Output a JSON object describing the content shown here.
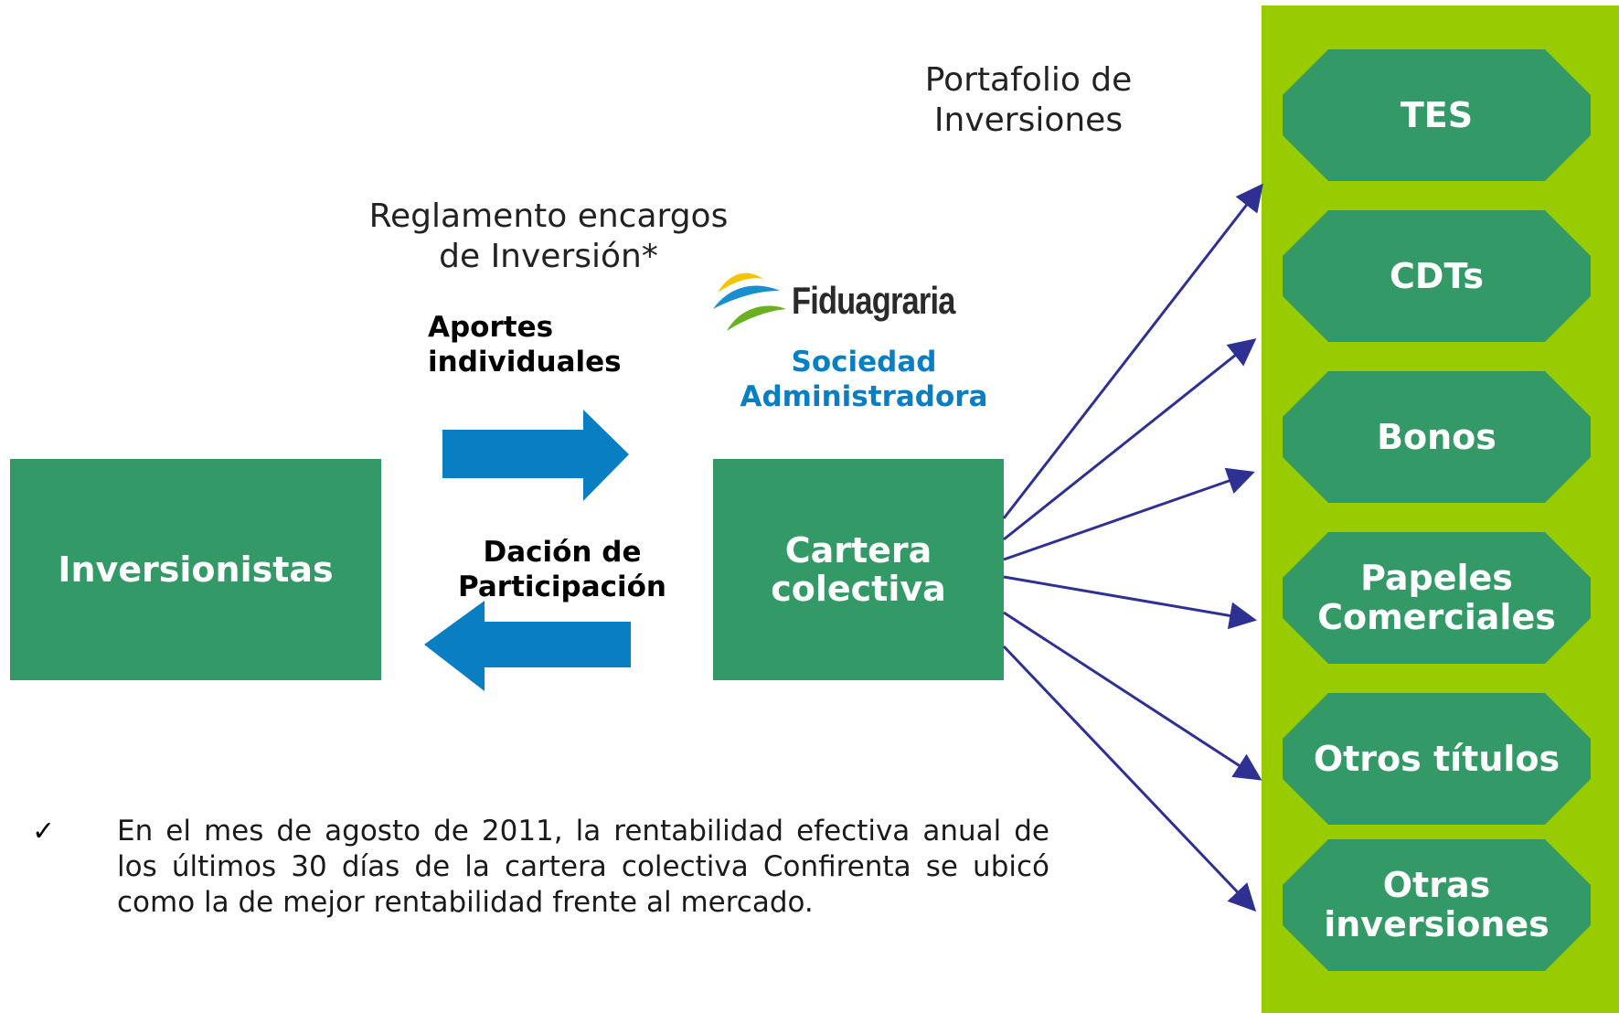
{
  "portfolio_title": "Portafolio de\nInversiones",
  "regulation_title": "Reglamento encargos\nde Inversión*",
  "contributions_label": "Aportes\nindividuales",
  "participation_label": "Dación de\nParticipación",
  "brand": {
    "name": "Fiduagraria",
    "subtitle": "Sociedad\nAdministradora"
  },
  "investors_box": "Inversionistas",
  "fund_box": "Cartera\ncolectiva",
  "investments": [
    "TES",
    "CDTs",
    "Bonos",
    "Papeles\nComerciales",
    "Otros títulos",
    "Otras\ninversiones"
  ],
  "note": {
    "bullet": "✓",
    "text": "En el mes de agosto de 2011, la rentabilidad efectiva anual de los últimos 30 días de la cartera colectiva Confirenta se ubicó como la de mejor rentabilidad frente al mercado."
  },
  "colors": {
    "box_green": "#339966",
    "panel_green": "#99cc00",
    "arrow_blue": "#0a7ec2",
    "line_navy": "#2e3192"
  }
}
